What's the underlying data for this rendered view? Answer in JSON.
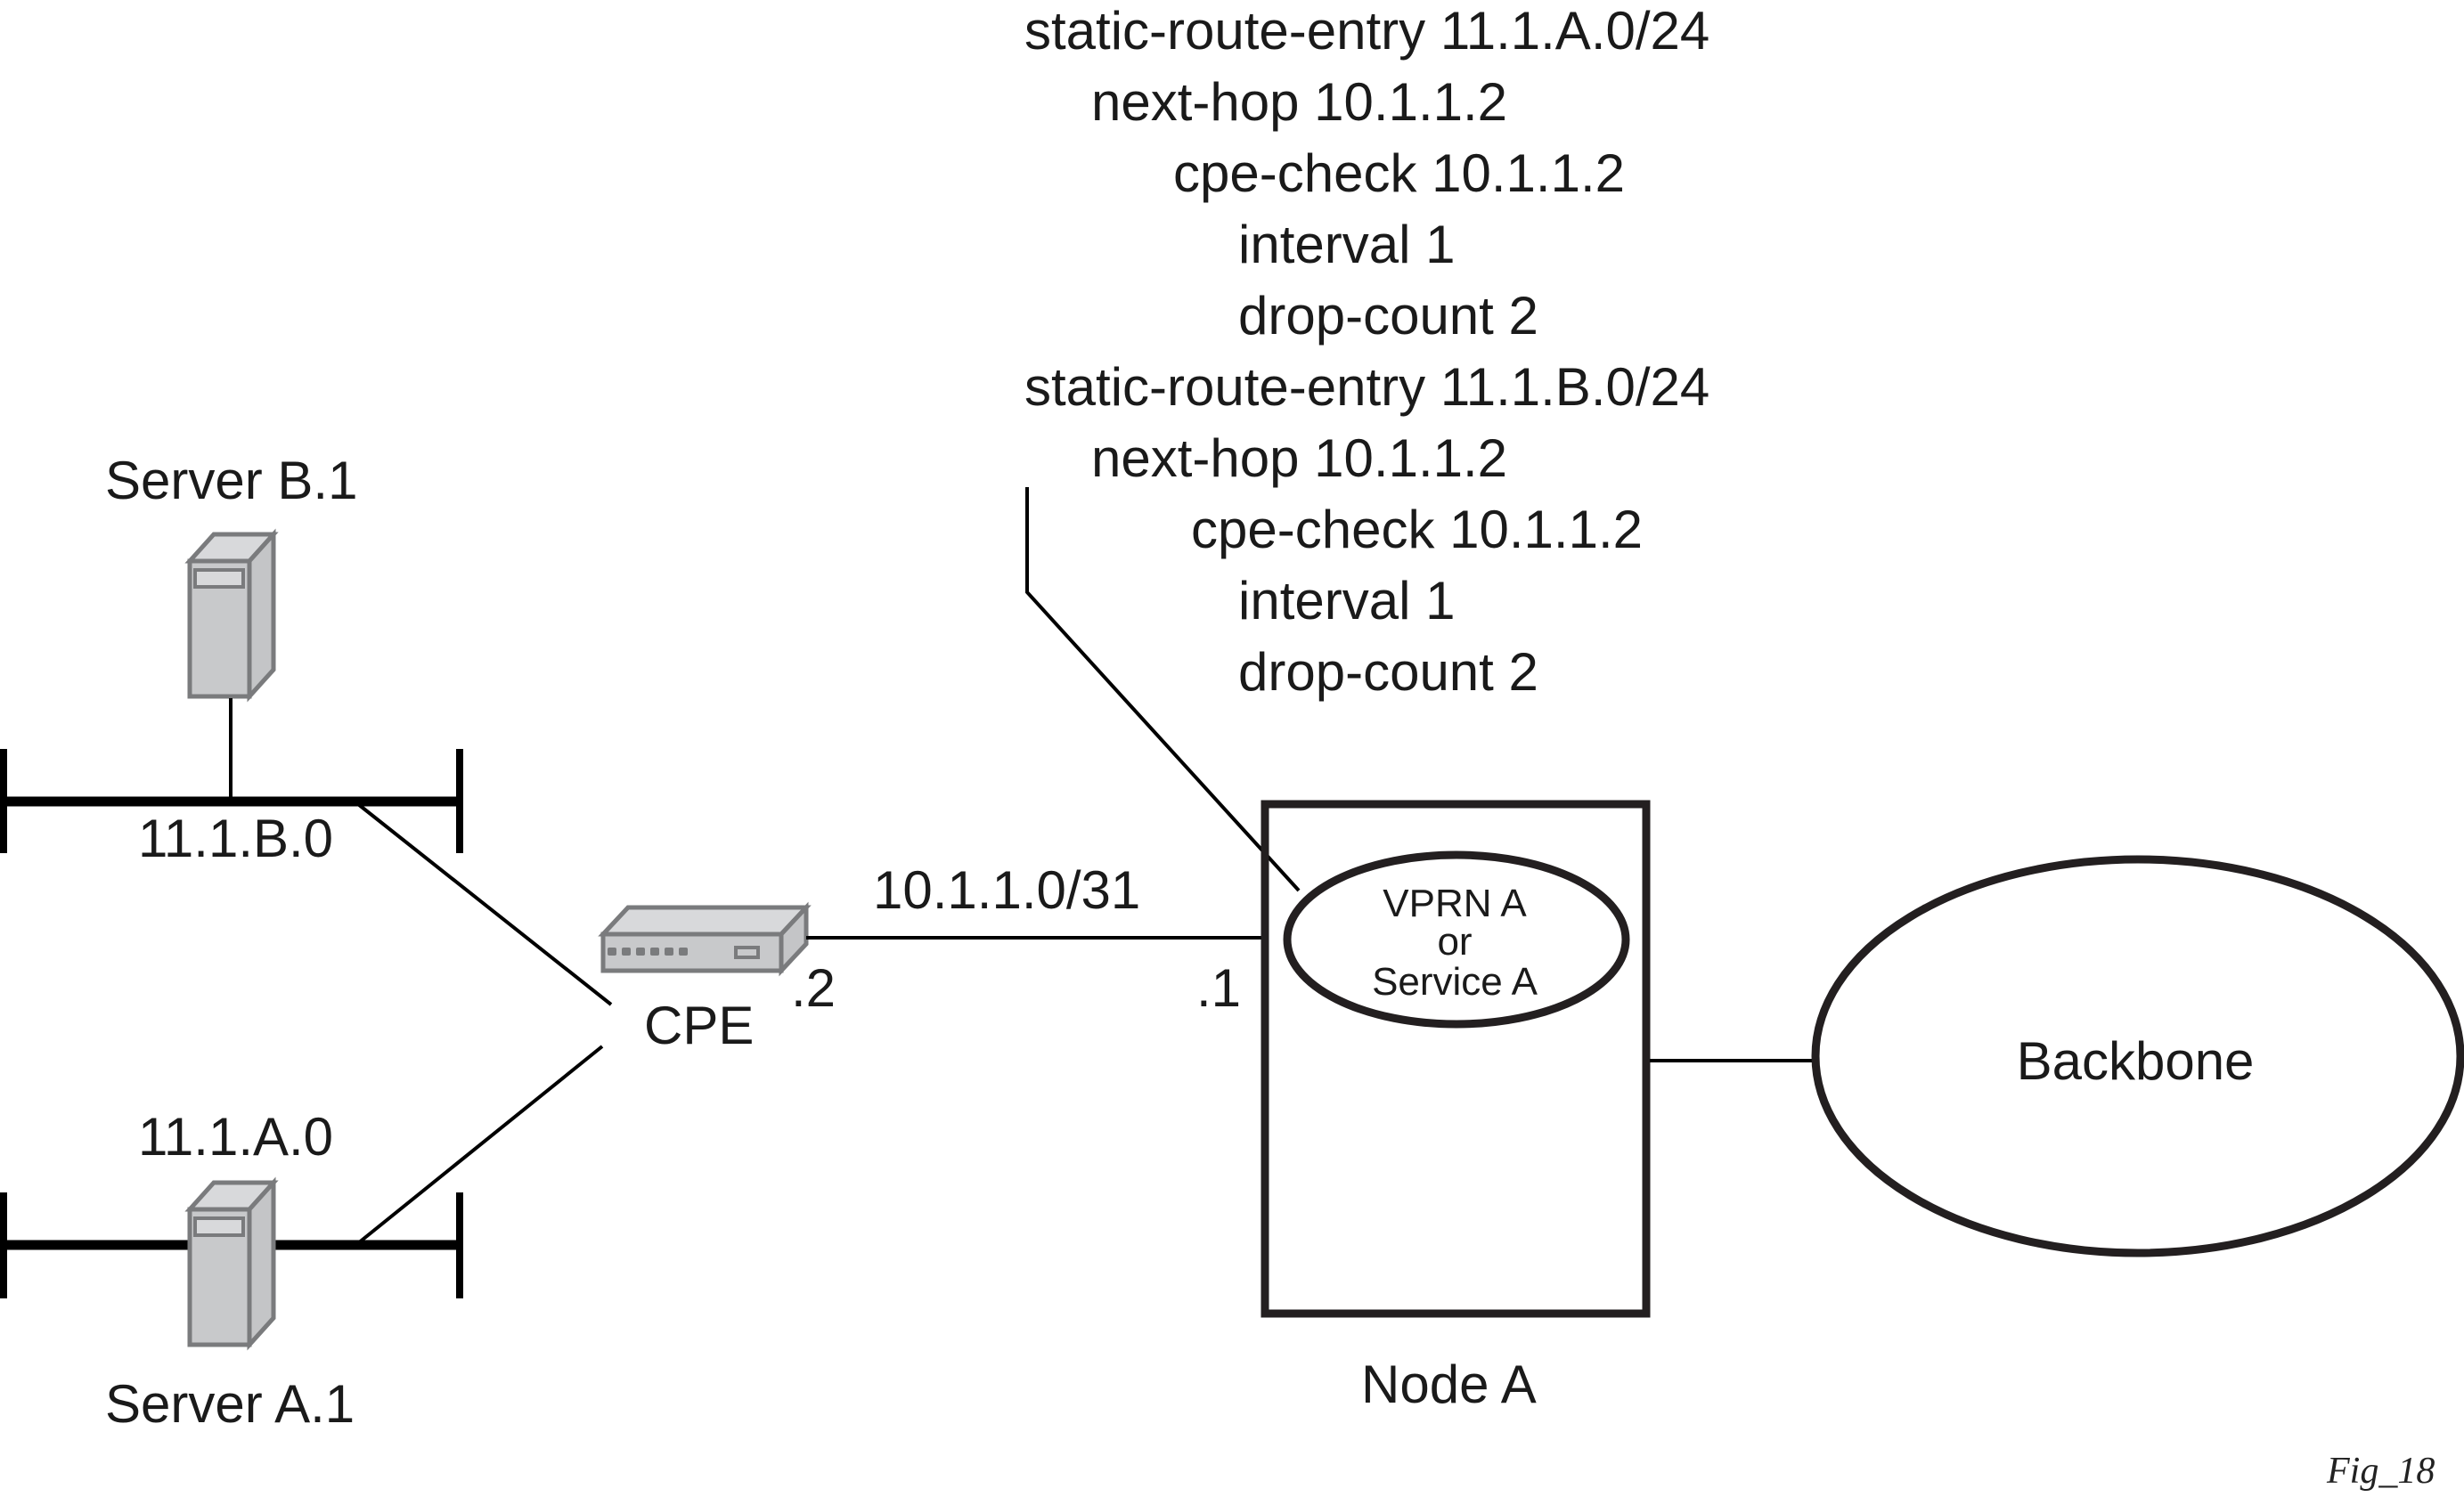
{
  "config_lines": [
    "static-route-entry 11.1.A.0/24",
    "next-hop 10.1.1.2",
    "cpe-check 10.1.1.2",
    "interval 1",
    "drop-count 2",
    "static-route-entry 11.1.B.0/24",
    "next-hop 10.1.1.2",
    "cpe-check 10.1.1.2",
    "interval 1",
    "drop-count 2"
  ],
  "servers": {
    "server_b": "Server B.1",
    "server_a": "Server A.1"
  },
  "subnets": {
    "b": "11.1.B.0",
    "a": "11.1.A.0"
  },
  "cpe": {
    "label": "CPE",
    "address_suffix": ".2"
  },
  "link": {
    "subnet": "10.1.1.0/31",
    "node_address_suffix": ".1"
  },
  "node": {
    "label": "Node A",
    "service_lines": [
      "VPRN A",
      "or",
      "Service A"
    ]
  },
  "backbone": {
    "label": "Backbone"
  },
  "figure_label": "Fig_18",
  "colors": {
    "line": "#000000",
    "device_fill": "#c8c9cb",
    "device_top": "#d8d9db",
    "device_outline": "#7a7b7d"
  }
}
